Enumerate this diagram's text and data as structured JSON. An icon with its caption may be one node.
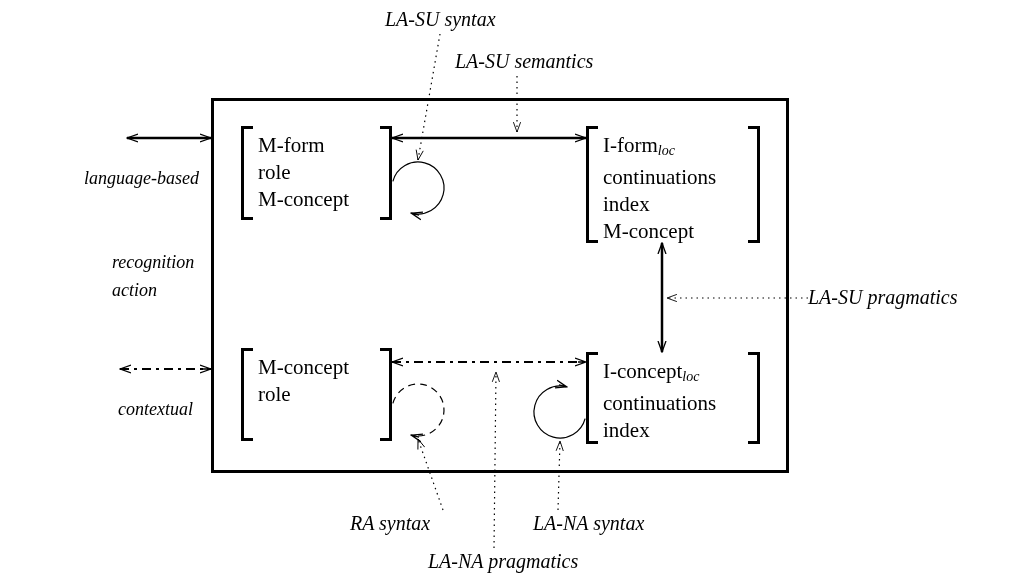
{
  "diagram": {
    "nodes": [
      {
        "text": [],
        "shape": "box"
      },
      {
        "text": [
          "M-form",
          "role",
          "M-concept"
        ],
        "in": 0
      },
      {
        "text": [
          "I-form$_{loc}$",
          "continuations",
          "index",
          "M-concept"
        ],
        "in": 0
      },
      {
        "text": [
          "M-concept",
          "role"
        ],
        "in": 0
      },
      {
        "text": [
          "I-concept$_{loc}$",
          "continuations",
          "index"
        ],
        "in": 0
      },
      {
        "text": [
          "LA-SU syntax"
        ]
      },
      {
        "text": [
          "LA-SU semantics"
        ]
      },
      {
        "text": [
          "LA-SU pragmatics"
        ]
      },
      {
        "text": [
          "RA syntax"
        ]
      },
      {
        "text": [
          "LA-NA pragmatics"
        ]
      },
      {
        "text": [
          "LA-NA syntax"
        ]
      }
    ],
    "edges": [
      {
        "from": null,
        "to": 0,
        "arrow": "both",
        "label": "language-based"
      },
      {
        "from": 1,
        "to": 2,
        "arrow": "both"
      },
      {
        "from": 2,
        "to": 4,
        "arrow": "both"
      },
      {
        "from": null,
        "to": 0,
        "arrow": "both",
        "label": "contextual",
        "style": "dashed"
      },
      {
        "from": 3,
        "to": 4,
        "arrow": "both",
        "style": "dashed"
      },
      {
        "from": 1,
        "to": 1,
        "arrow": "to"
      },
      {
        "from": 3,
        "to": 3,
        "arrow": "to",
        "style": "dashed"
      },
      {
        "from": 4,
        "to": 4,
        "arrow": "to"
      },
      {
        "from": 5,
        "to": 1,
        "arrow": "to",
        "style": "dashed"
      },
      {
        "from": 6,
        "to": null,
        "arrow": "to",
        "style": "dashed"
      },
      {
        "from": 7,
        "to": null,
        "arrow": "to",
        "style": "dashed"
      },
      {
        "from": 8,
        "to": 3,
        "arrow": "to",
        "style": "dashed"
      },
      {
        "from": 9,
        "to": null,
        "arrow": "to",
        "style": "dashed"
      },
      {
        "from": 10,
        "to": 4,
        "arrow": "to",
        "style": "dashed"
      }
    ],
    "labels": [
      "recognition action"
    ]
  }
}
